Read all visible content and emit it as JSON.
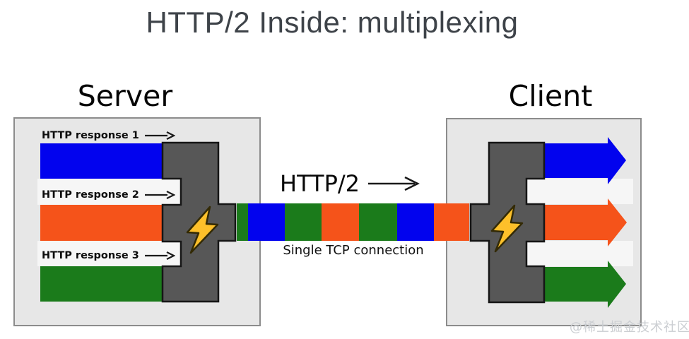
{
  "title": "HTTP/2 Inside: multiplexing",
  "server": {
    "heading": "Server",
    "responses": [
      {
        "label": "HTTP response 1",
        "color": "#0203ee"
      },
      {
        "label": "HTTP response 2",
        "color": "#f5531a"
      },
      {
        "label": "HTTP response 3",
        "color": "#1b7b1b"
      }
    ]
  },
  "client": {
    "heading": "Client"
  },
  "connection": {
    "protocol_label": "HTTP/2",
    "caption": "Single TCP connection",
    "segments": [
      {
        "color": "#1b7b1b",
        "width": 16
      },
      {
        "color": "#0203ee",
        "width": 52
      },
      {
        "color": "#1b7b1b",
        "width": 52
      },
      {
        "color": "#f5531a",
        "width": 53
      },
      {
        "color": "#1b7b1b",
        "width": 54
      },
      {
        "color": "#0203ee",
        "width": 52
      },
      {
        "color": "#f5531a",
        "width": 50
      }
    ]
  },
  "colors": {
    "funnel": "#575757",
    "funnel_border": "#161616",
    "box_bg": "#e7e7e7",
    "box_border": "#8c8c8c",
    "lane": "#f6f6f6",
    "bolt_fill": "#fdc02a",
    "bolt_stroke": "#332a05",
    "title_text": "#3e4349",
    "arrow_stroke": "#1a1a1a",
    "watermark_text": "#cbced2"
  },
  "watermark": "@稀土掘金技术社区"
}
